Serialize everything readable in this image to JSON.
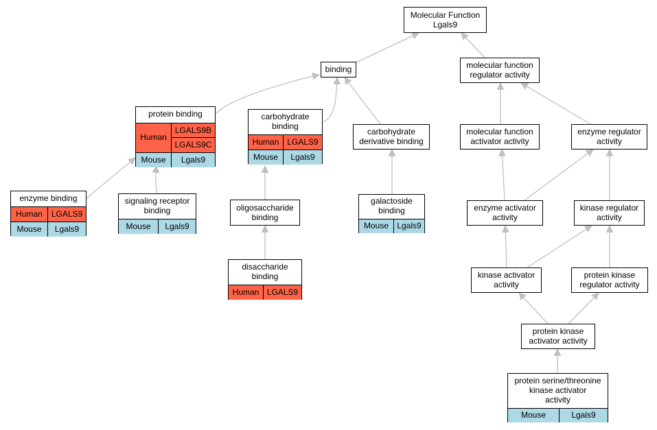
{
  "colors": {
    "human": "#FF6347",
    "mouse": "#ADD8E6",
    "edge": "#C0C0C0"
  },
  "nodes": {
    "mf": {
      "title": [
        "Molecular Function",
        "Lgals9"
      ]
    },
    "binding": {
      "title": [
        "binding"
      ]
    },
    "mfra": {
      "title": [
        "molecular function",
        "regulator activity"
      ]
    },
    "protein_binding": {
      "title": [
        "protein binding"
      ],
      "human": "Human",
      "human_genes": [
        "LGALS9B",
        "LGALS9C"
      ],
      "mouse": "Mouse",
      "mouse_gene": "Lgals9"
    },
    "carb_binding": {
      "title": [
        "carbohydrate",
        "binding"
      ],
      "human": "Human",
      "human_gene": "LGALS9",
      "mouse": "Mouse",
      "mouse_gene": "Lgals9"
    },
    "carb_deriv": {
      "title": [
        "carbohydrate",
        "derivative binding"
      ]
    },
    "mfaa": {
      "title": [
        "molecular function",
        "activator activity"
      ]
    },
    "era": {
      "title": [
        "enzyme regulator",
        "activity"
      ]
    },
    "enzyme_binding": {
      "title": [
        "enzyme binding"
      ],
      "human": "Human",
      "human_gene": "LGALS9",
      "mouse": "Mouse",
      "mouse_gene": "Lgals9"
    },
    "srb": {
      "title": [
        "signaling receptor",
        "binding"
      ],
      "mouse": "Mouse",
      "mouse_gene": "Lgals9"
    },
    "oligo": {
      "title": [
        "oligosaccharide",
        "binding"
      ]
    },
    "galacto": {
      "title": [
        "galactoside",
        "binding"
      ],
      "mouse": "Mouse",
      "mouse_gene": "Lgals9"
    },
    "eaa": {
      "title": [
        "enzyme activator",
        "activity"
      ]
    },
    "kra": {
      "title": [
        "kinase regulator",
        "activity"
      ]
    },
    "disacch": {
      "title": [
        "disaccharide",
        "binding"
      ],
      "human": "Human",
      "human_gene": "LGALS9"
    },
    "kaa": {
      "title": [
        "kinase activator",
        "activity"
      ]
    },
    "pkra": {
      "title": [
        "protein kinase",
        "regulator activity"
      ]
    },
    "pkaa": {
      "title": [
        "protein kinase",
        "activator activity"
      ]
    },
    "pstkaa": {
      "title": [
        "protein serine/threonine",
        "kinase activator",
        "activity"
      ],
      "mouse": "Mouse",
      "mouse_gene": "Lgals9"
    }
  }
}
